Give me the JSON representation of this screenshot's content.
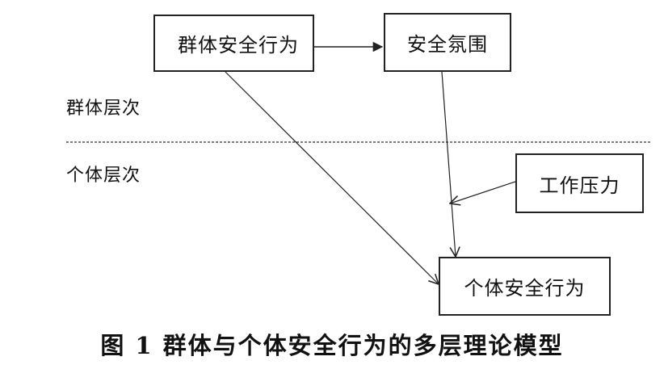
{
  "nodes": {
    "group_behavior": "群体安全行为",
    "safety_climate": "安全氛围",
    "work_pressure": "工作压力",
    "individual_behavior": "个体安全行为"
  },
  "levels": {
    "group": "群体层次",
    "individual": "个体层次"
  },
  "caption": "图 1  群体与个体安全行为的多层理论模型",
  "colors": {
    "line": "#222222",
    "background": "#ffffff"
  }
}
